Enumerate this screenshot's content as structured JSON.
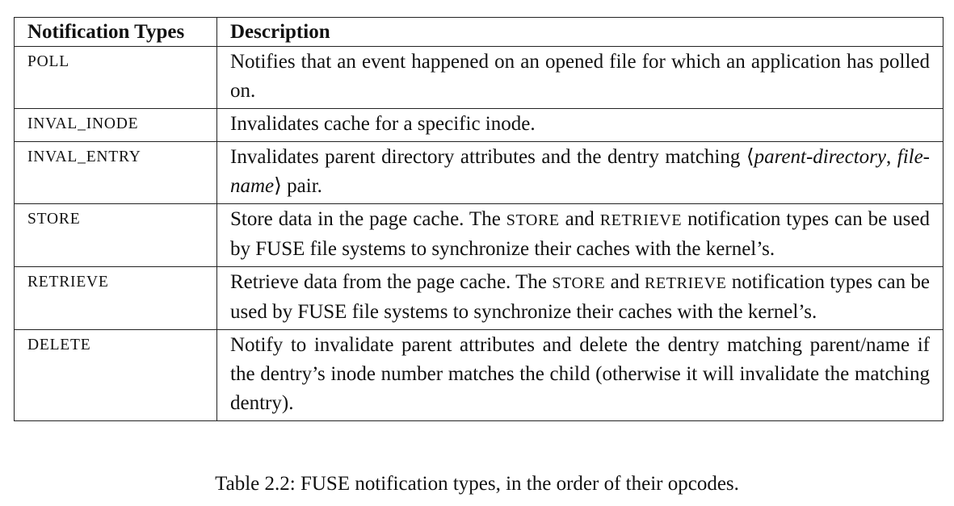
{
  "table": {
    "headers": [
      "Notification Types",
      "Description"
    ],
    "rows": [
      {
        "type": "POLL",
        "description": "Notifies that an event happened on an opened file for which an application has polled on."
      },
      {
        "type": "INVAL_INODE",
        "description": "Invalidates cache for a specific inode."
      },
      {
        "type": "INVAL_ENTRY",
        "description_pre": "Invalidates parent directory attributes and the dentry matching ⟨",
        "description_em1": "parent-directory",
        "description_mid": ", ",
        "description_em2": "file-name",
        "description_post": "⟩ pair."
      },
      {
        "type": "STORE",
        "description_a": "Store data in the page cache. The ",
        "description_b": "STORE",
        "description_c": " and ",
        "description_d": "RETRIEVE",
        "description_e": " notification types can be used by FUSE file systems to synchronize their caches with the ker­nel’s."
      },
      {
        "type": "RETRIEVE",
        "description_a": "Retrieve data from the page cache. The ",
        "description_b": "STORE",
        "description_c": " and ",
        "description_d": "RETRIEVE",
        "description_e": " notification types can be used by FUSE file systems to synchronize their caches with the kernel’s."
      },
      {
        "type": "DELETE",
        "description": "Notify to invalidate parent attributes and delete the dentry matching parent/­name if the dentry’s inode number matches the child (otherwise it will inval­idate the matching dentry)."
      }
    ]
  },
  "caption": "Table 2.2: FUSE notification types, in the order of their opcodes."
}
